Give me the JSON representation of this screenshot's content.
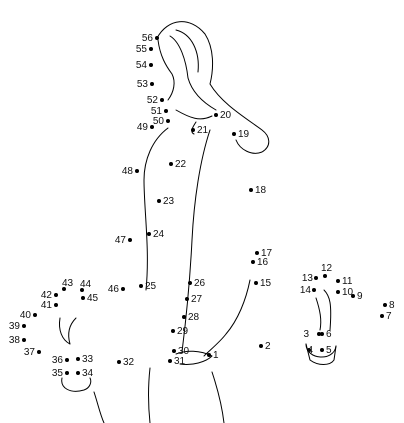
{
  "puzzle": {
    "labels": [
      "1",
      "2",
      "3",
      "4",
      "5",
      "6",
      "7",
      "8",
      "9",
      "10",
      "11",
      "12",
      "13",
      "14",
      "15",
      "16",
      "17",
      "18",
      "19",
      "20",
      "21",
      "22",
      "23",
      "24",
      "25",
      "26",
      "27",
      "28",
      "29",
      "30",
      "31",
      "32",
      "33",
      "34",
      "35",
      "36",
      "37",
      "38",
      "39",
      "40",
      "41",
      "42",
      "43",
      "44",
      "45",
      "46",
      "47",
      "48",
      "49",
      "50",
      "51",
      "52",
      "53",
      "54",
      "55",
      "56"
    ]
  }
}
